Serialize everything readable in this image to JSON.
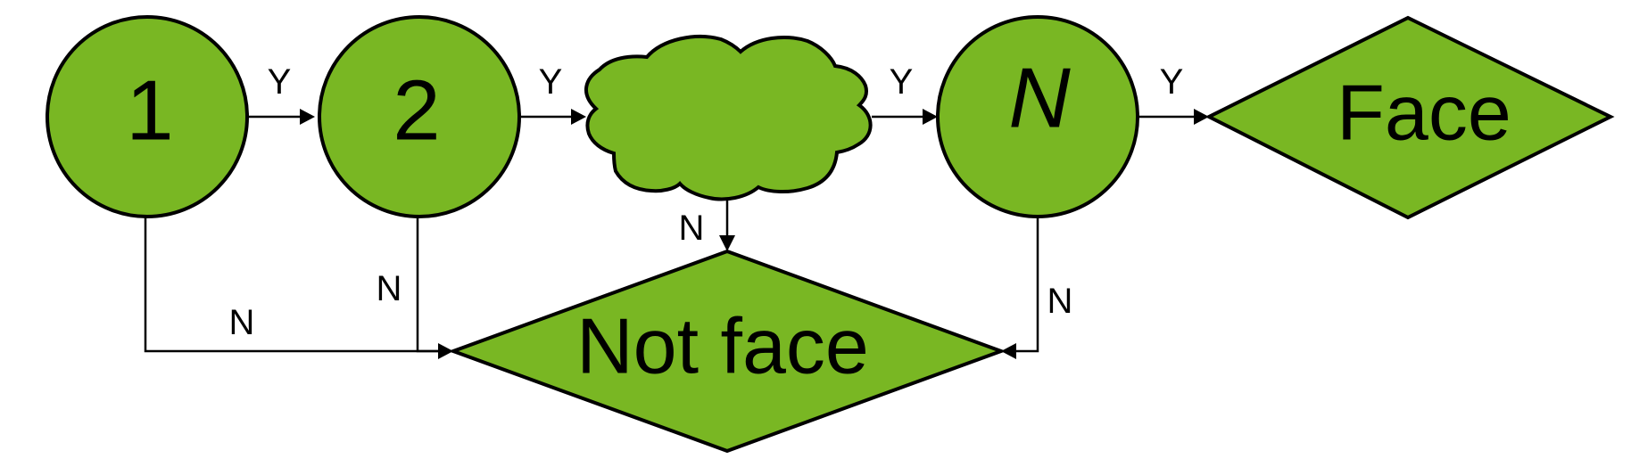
{
  "colors": {
    "node_fill": "#79b723",
    "stroke": "#000000",
    "background": "#ffffff"
  },
  "nodes": {
    "stage1": {
      "label": "1",
      "shape": "circle"
    },
    "stage2": {
      "label": "2",
      "shape": "circle"
    },
    "stages_ellipsis": {
      "label": "",
      "shape": "cloud"
    },
    "stageN": {
      "label": "N",
      "shape": "circle"
    },
    "face": {
      "label": "Face",
      "shape": "diamond"
    },
    "not_face": {
      "label": "Not face",
      "shape": "diamond"
    }
  },
  "edges": {
    "e1_2": {
      "from": "1",
      "to": "2",
      "label": "Y"
    },
    "e2_cloud": {
      "from": "2",
      "to": "cloud",
      "label": "Y"
    },
    "ecloud_N": {
      "from": "cloud",
      "to": "N",
      "label": "Y"
    },
    "eN_face": {
      "from": "N",
      "to": "Face",
      "label": "Y"
    },
    "e1_notface": {
      "from": "1",
      "to": "Not face",
      "label": "N"
    },
    "e2_notface": {
      "from": "2",
      "to": "Not face",
      "label": "N"
    },
    "ecloud_notface": {
      "from": "cloud",
      "to": "Not face",
      "label": "N"
    },
    "eN_notface": {
      "from": "N",
      "to": "Not face",
      "label": "N"
    }
  }
}
